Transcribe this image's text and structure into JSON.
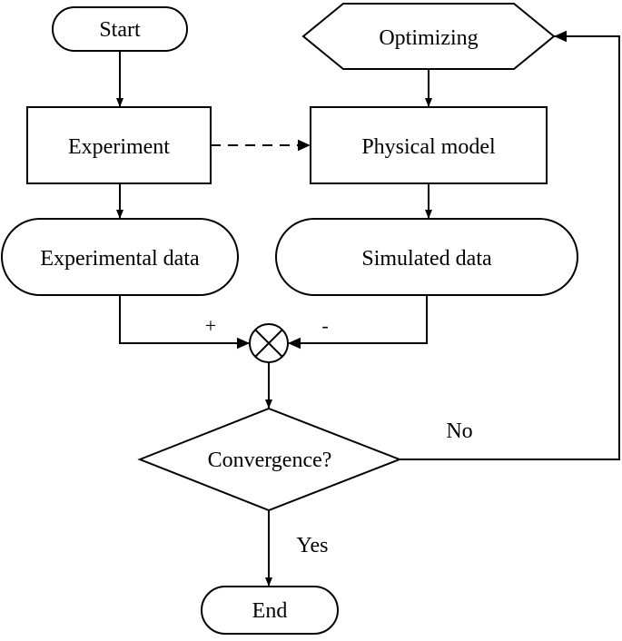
{
  "nodes": {
    "start": "Start",
    "optimizing": "Optimizing",
    "experiment": "Experiment",
    "physical_model": "Physical model",
    "experimental_data": "Experimental data",
    "simulated_data": "Simulated data",
    "convergence": "Convergence?",
    "end": "End"
  },
  "edges": {
    "plus": "+",
    "minus": "-",
    "no": "No",
    "yes": "Yes"
  }
}
